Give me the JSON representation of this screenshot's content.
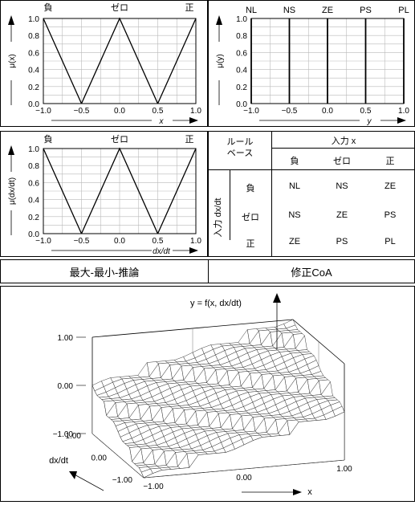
{
  "panel_x": {
    "set_labels": [
      "負",
      "ゼロ",
      "正"
    ],
    "ylabel": "μ(x)",
    "xlabel": "x",
    "x_ticks": [
      "−1.0",
      "−0.5",
      "0.0",
      "0.5",
      "1.0"
    ],
    "y_ticks": [
      "0.0",
      "0.2",
      "0.4",
      "0.6",
      "0.8",
      "1.0"
    ]
  },
  "panel_y": {
    "set_labels": [
      "NL",
      "NS",
      "ZE",
      "PS",
      "PL"
    ],
    "ylabel": "μ(y)",
    "xlabel": "y",
    "x_ticks": [
      "−1.0",
      "−0.5",
      "0.0",
      "0.5",
      "1.0"
    ],
    "y_ticks": [
      "0.0",
      "0.2",
      "0.4",
      "0.6",
      "0.8",
      "1.0"
    ]
  },
  "panel_dx": {
    "set_labels": [
      "負",
      "ゼロ",
      "正"
    ],
    "ylabel": "μ(dx/dt)",
    "xlabel": "dx/dt",
    "x_ticks": [
      "−1.0",
      "−0.5",
      "0.0",
      "0.5",
      "1.0"
    ],
    "y_ticks": [
      "0.0",
      "0.2",
      "0.4",
      "0.6",
      "0.8",
      "1.0"
    ]
  },
  "rule_table": {
    "corner": "ルール\nベース",
    "col_header": "入力 x",
    "row_header": "入力 dx/dt",
    "columns": [
      "負",
      "ゼロ",
      "正"
    ],
    "rows": [
      {
        "label": "負",
        "cells": [
          "NL",
          "NS",
          "ZE"
        ]
      },
      {
        "label": "ゼロ",
        "cells": [
          "NS",
          "ZE",
          "PS"
        ]
      },
      {
        "label": "正",
        "cells": [
          "ZE",
          "PS",
          "PL"
        ]
      }
    ]
  },
  "method_bar": {
    "inference": "最大-最小-推論",
    "defuzz": "修正CoA"
  },
  "surface": {
    "title": "y = f(x, dx/dt)",
    "z_ticks": [
      "1.00",
      "0.00",
      "−1.00"
    ],
    "y_ticks": [
      "1.00",
      "0.00",
      "−1.00"
    ],
    "x_ticks": [
      "−1.00",
      "0.00",
      "1.00"
    ],
    "xlabel": "x",
    "ylabel": "dx/dt"
  },
  "chart_data": [
    {
      "type": "line",
      "xlabel": "x",
      "ylabel": "μ(x)",
      "xlim": [
        -1,
        1
      ],
      "ylim": [
        0,
        1
      ],
      "series": [
        {
          "name": "負",
          "x": [
            -1,
            -0.5
          ],
          "y": [
            1,
            0
          ]
        },
        {
          "name": "ゼロ",
          "x": [
            -0.5,
            0,
            0.5
          ],
          "y": [
            0,
            1,
            0
          ]
        },
        {
          "name": "正",
          "x": [
            0.5,
            1
          ],
          "y": [
            0,
            1
          ]
        }
      ]
    },
    {
      "type": "line",
      "xlabel": "y",
      "ylabel": "μ(y)",
      "xlim": [
        -1,
        1
      ],
      "ylim": [
        0,
        1
      ],
      "series": [
        {
          "name": "NL",
          "x": [
            -1,
            -1
          ],
          "y": [
            0,
            1
          ]
        },
        {
          "name": "NS",
          "x": [
            -0.5,
            -0.5
          ],
          "y": [
            0,
            1
          ]
        },
        {
          "name": "ZE",
          "x": [
            0,
            0
          ],
          "y": [
            0,
            1
          ]
        },
        {
          "name": "PS",
          "x": [
            0.5,
            0.5
          ],
          "y": [
            0,
            1
          ]
        },
        {
          "name": "PL",
          "x": [
            1,
            1
          ],
          "y": [
            0,
            1
          ]
        }
      ]
    },
    {
      "type": "line",
      "xlabel": "dx/dt",
      "ylabel": "μ(dx/dt)",
      "xlim": [
        -1,
        1
      ],
      "ylim": [
        0,
        1
      ],
      "series": [
        {
          "name": "負",
          "x": [
            -1,
            -0.5
          ],
          "y": [
            1,
            0
          ]
        },
        {
          "name": "ゼロ",
          "x": [
            -0.5,
            0,
            0.5
          ],
          "y": [
            0,
            1,
            0
          ]
        },
        {
          "name": "正",
          "x": [
            0.5,
            1
          ],
          "y": [
            0,
            1
          ]
        }
      ]
    }
  ]
}
